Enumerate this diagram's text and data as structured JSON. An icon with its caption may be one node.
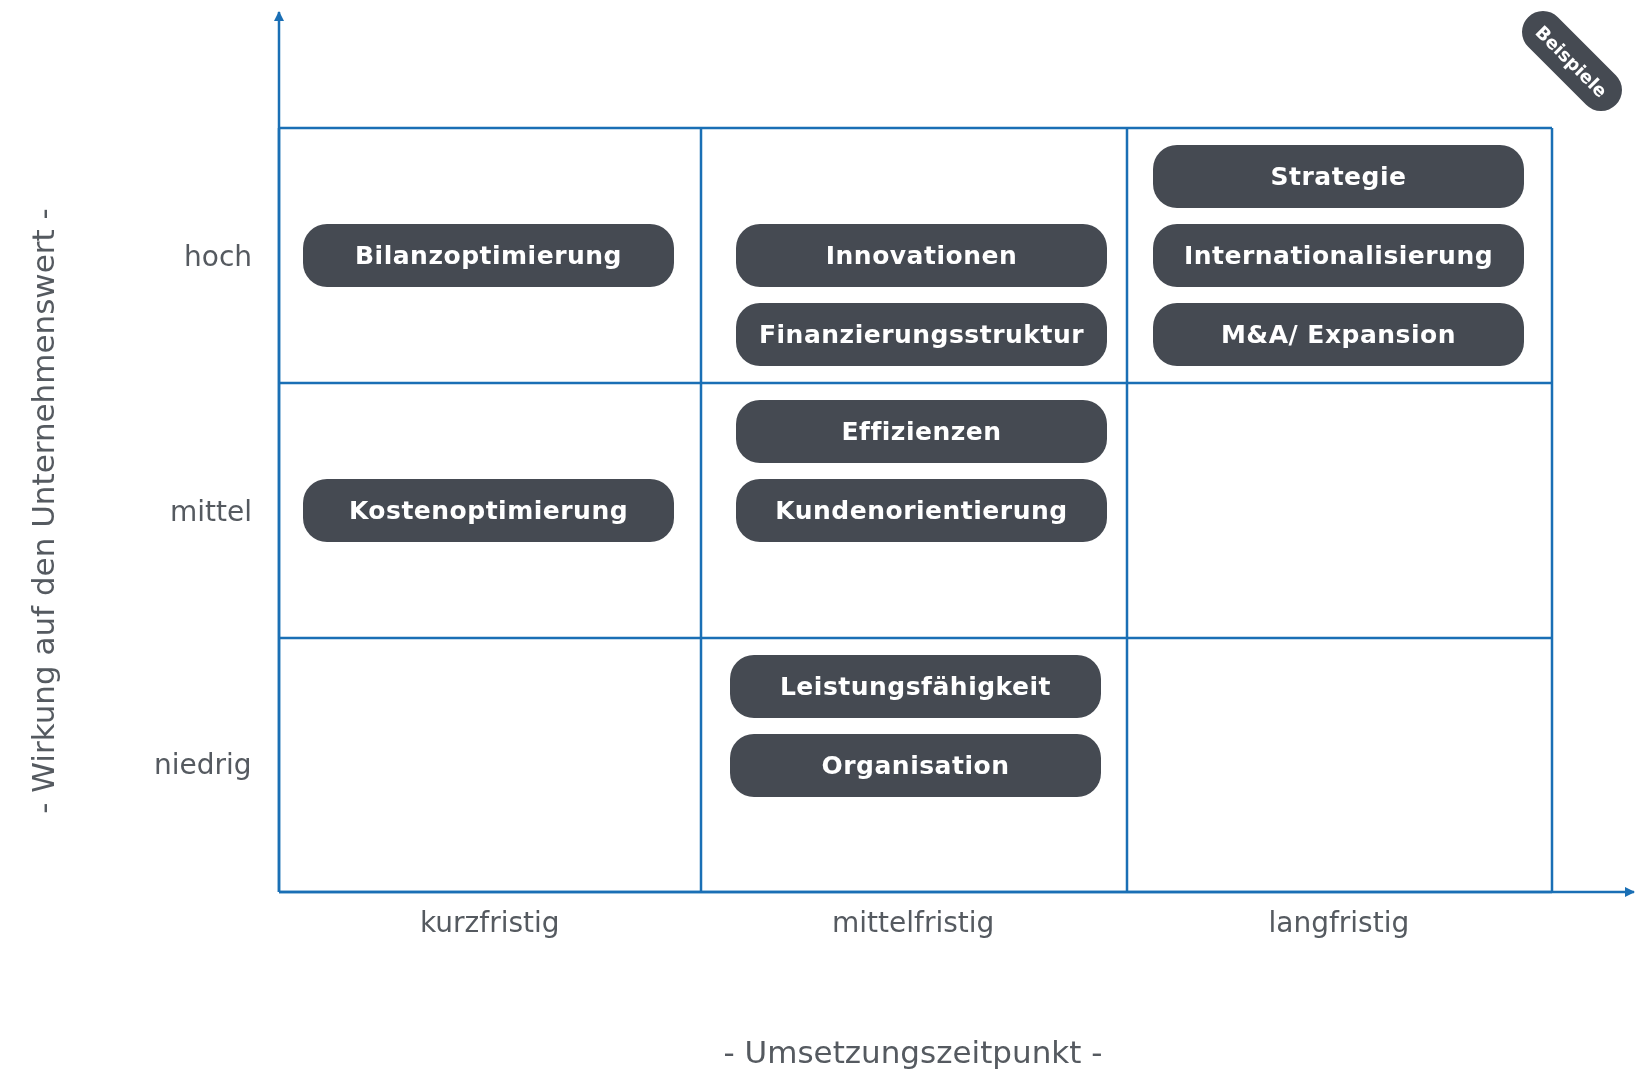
{
  "diagram": {
    "nodes": [
      {
        "text": [
          "Beispiele"
        ]
      },
      {
        "text": [
          "Strategie"
        ]
      },
      {
        "text": [
          "Bilanzoptimierung"
        ]
      },
      {
        "text": [
          "Innovationen"
        ]
      },
      {
        "text": [
          "Internationalisierung"
        ]
      },
      {
        "text": [
          "Finanzierungsstruktur"
        ]
      },
      {
        "text": [
          "M&A/ Expansion"
        ]
      },
      {
        "text": [
          "Effizienzen"
        ]
      },
      {
        "text": [
          "Kostenoptimierung"
        ]
      },
      {
        "text": [
          "Kundenorientierung"
        ]
      },
      {
        "text": [
          "Leistungsfähigkeit"
        ]
      },
      {
        "text": [
          "Organisation"
        ]
      }
    ],
    "edges": [],
    "labels": [
      "- Wirkung auf den Unternehmenswert -",
      "hoch",
      "mittel",
      "niedrig",
      "kurzfristig",
      "mittelfristig",
      "langfristig",
      "- Umsetzungszeitpunkt -"
    ]
  }
}
